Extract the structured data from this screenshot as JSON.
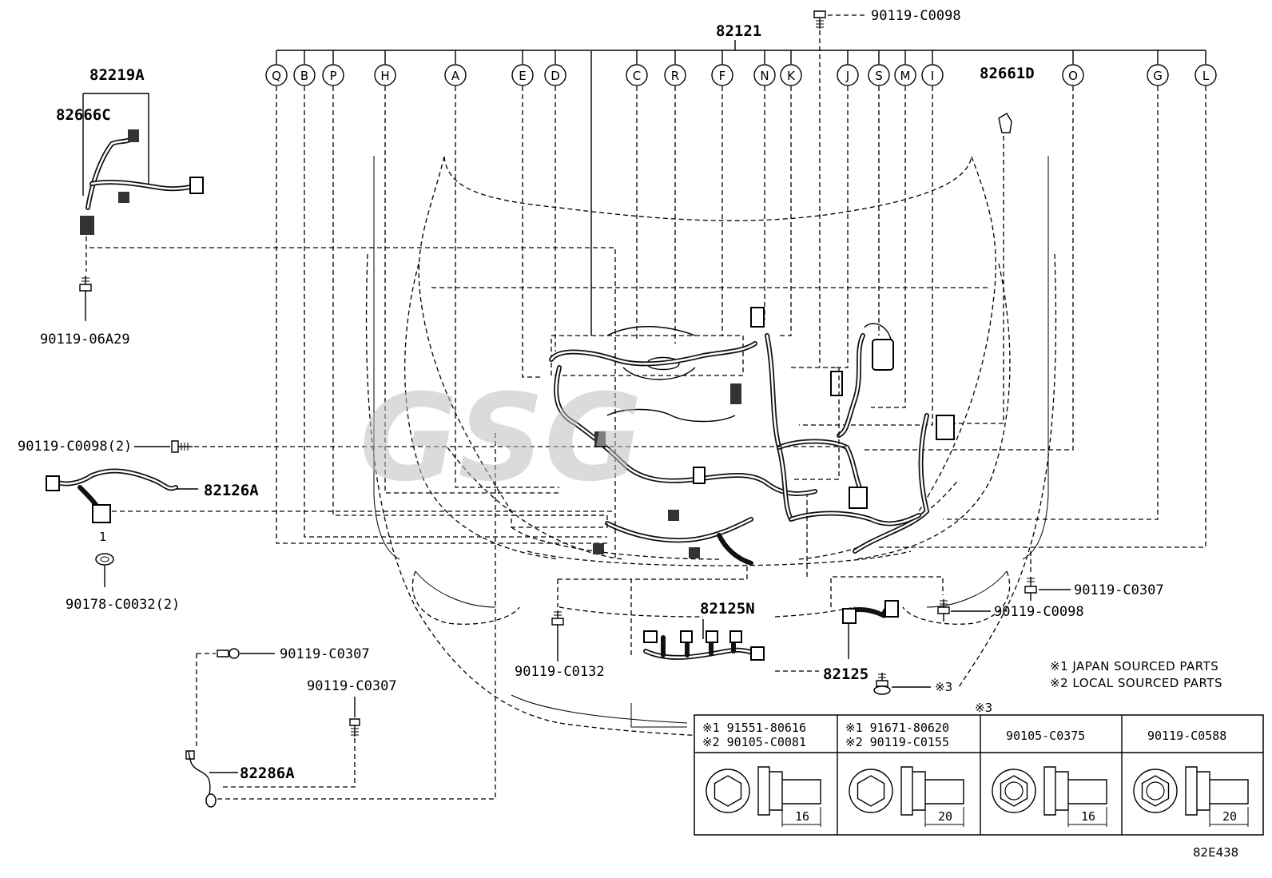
{
  "main_part": "82121",
  "top_bolt": "90119-C0098",
  "connectors": [
    "Q",
    "B",
    "P",
    "H",
    "A",
    "E",
    "D",
    "C",
    "R",
    "F",
    "N",
    "K",
    "J",
    "S",
    "M",
    "I",
    "O",
    "G",
    "L"
  ],
  "parts": {
    "p82219A": "82219A",
    "p82666C": "82666C",
    "p82661D": "82661D",
    "p82126A": "82126A",
    "p82125N": "82125N",
    "p82125": "82125",
    "p82286A": "82286A"
  },
  "bolts": {
    "b06A29": "90119-06A29",
    "bC0098_2": "90119-C0098(2)",
    "b90178": "90178-C0032(2)",
    "bC0307_a": "90119-C0307",
    "bC0307_b": "90119-C0307",
    "bC0132": "90119-C0132",
    "bC0307_right": "90119-C0307",
    "bC0098_right": "90119-C0098",
    "mark3": "※3",
    "mark3b": "※3"
  },
  "item_number": "1",
  "notes": [
    "※1 JAPAN SOURCED PARTS",
    "※2 LOCAL SOURCED PARTS"
  ],
  "watermark": "GSG",
  "table": {
    "cols": [
      {
        "line1": "※1 91551-80616",
        "line2": "※2 90105-C0081",
        "size": "16"
      },
      {
        "line1": "※1 91671-80620",
        "line2": "※2 90119-C0155",
        "size": "20"
      },
      {
        "line1": "90105-C0375",
        "line2": "",
        "size": "16"
      },
      {
        "line1": "90119-C0588",
        "line2": "",
        "size": "20"
      }
    ]
  },
  "diagram_code": "82E438"
}
